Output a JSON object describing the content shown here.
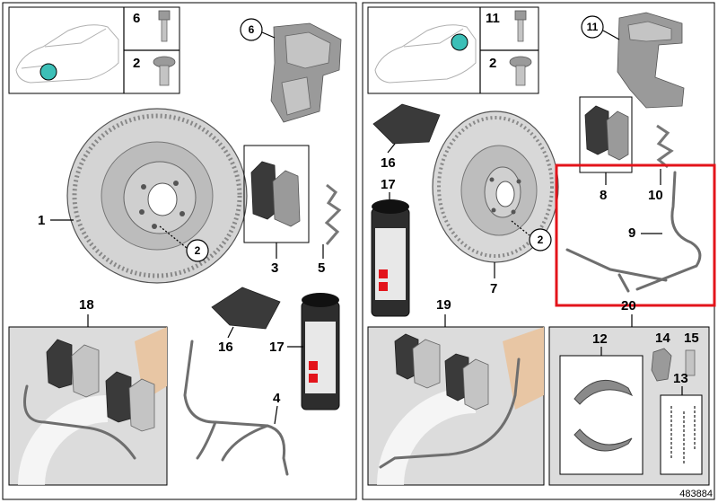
{
  "panels": {
    "left": {
      "legend_parts": [
        {
          "number": "6"
        },
        {
          "number": "2"
        }
      ],
      "callouts": {
        "caliper": "6",
        "disc": "1",
        "bolt": "2",
        "pads": "3",
        "spring": "5",
        "cloth": "16",
        "spray": "17",
        "sensor": "4",
        "kit": "18"
      }
    },
    "right": {
      "legend_parts": [
        {
          "number": "11"
        },
        {
          "number": "2"
        }
      ],
      "callouts": {
        "carrier": "11",
        "cloth": "16",
        "spray": "17",
        "disc": "7",
        "bolt": "2",
        "pads": "8",
        "spring": "10",
        "sensor": "9",
        "kit": "19",
        "parking_kit": "20",
        "shoes": "12",
        "adjuster": "14",
        "bolt_small": "15",
        "springs": "13"
      }
    }
  },
  "highlight": {
    "color": "#e3141b"
  },
  "accent_colors": {
    "location_dot": "#3cbfb7",
    "kit_watermark": "#e8c6a4"
  },
  "reference_number": "483884"
}
